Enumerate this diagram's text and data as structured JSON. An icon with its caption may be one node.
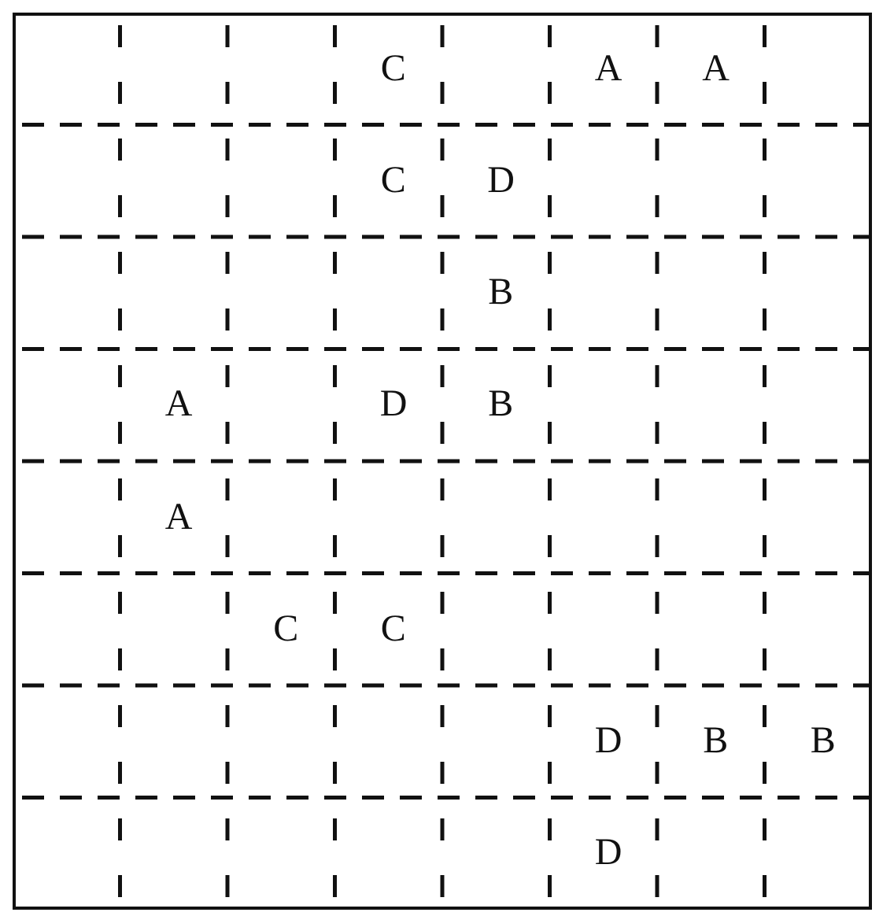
{
  "diagram": {
    "labels": [
      "C",
      "A",
      "A",
      "C",
      "D",
      "B",
      "A",
      "D",
      "B",
      "A",
      "C",
      "C",
      "D",
      "B",
      "B",
      "D"
    ]
  }
}
